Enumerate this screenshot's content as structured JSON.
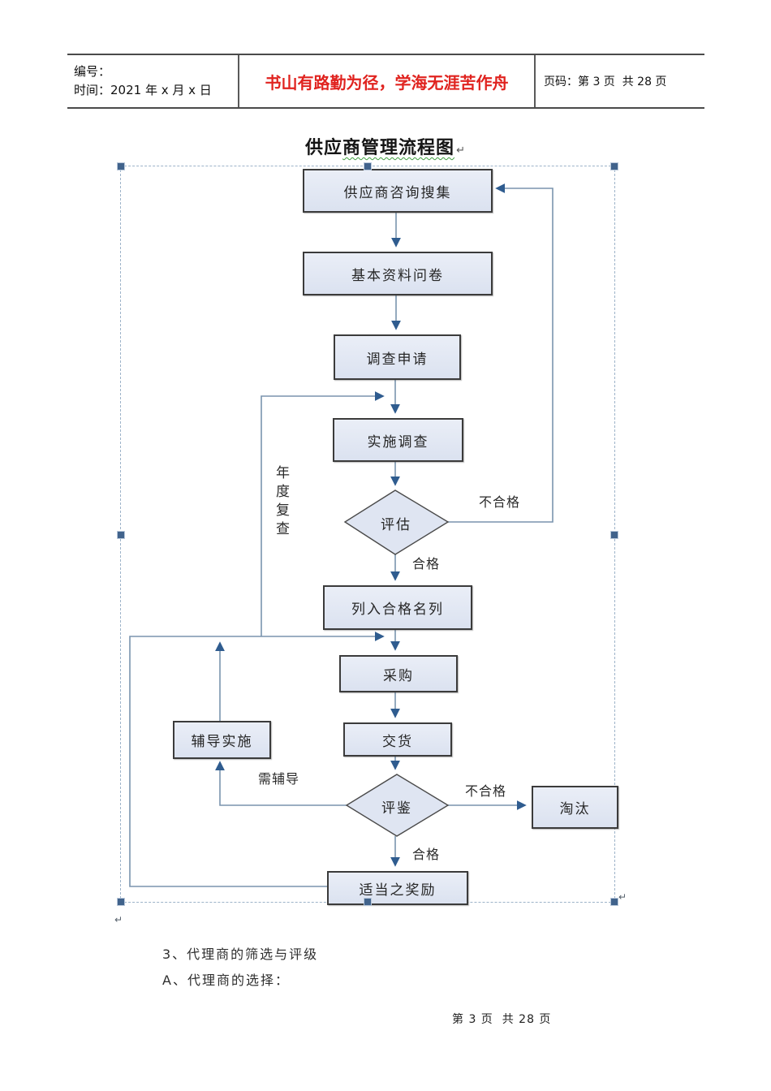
{
  "header": {
    "number_label": "编号：",
    "time_label": "时间：2021 年 x 月 x 日",
    "motto": "书山有路勤为径，学海无涯苦作舟",
    "page_label": "页码：第 3 页  共 28 页"
  },
  "document": {
    "title_plain": "供应",
    "title_underlined": "商管理流程图",
    "return_mark": "↵",
    "body_lines": [
      "3、代理商的筛选与评级",
      "A、代理商的选择："
    ],
    "footer_text": "第 3 页  共 28 页"
  },
  "flowchart": {
    "title": "供应商管理流程图",
    "nodes": {
      "collect": {
        "label": "供应商咨询搜集",
        "type": "process"
      },
      "questionnaire": {
        "label": "基本资料问卷",
        "type": "process"
      },
      "survey_request": {
        "label": "调查申请",
        "type": "process"
      },
      "survey_exec": {
        "label": "实施调查",
        "type": "process"
      },
      "evaluate": {
        "label": "评估",
        "type": "decision"
      },
      "qualified_list": {
        "label": "列入合格名列",
        "type": "process"
      },
      "purchase": {
        "label": "采购",
        "type": "process"
      },
      "delivery": {
        "label": "交货",
        "type": "process"
      },
      "appraise": {
        "label": "评鉴",
        "type": "decision"
      },
      "eliminate": {
        "label": "淘汰",
        "type": "process"
      },
      "reward": {
        "label": "适当之奖励",
        "type": "process"
      },
      "coaching": {
        "label": "辅导实施",
        "type": "process"
      }
    },
    "edge_labels": {
      "fail_top": "不合格",
      "pass_top": "合格",
      "annual_review": "年度复查",
      "need_coaching": "需辅导",
      "fail_bottom": "不合格",
      "pass_bottom": "合格"
    },
    "colors": {
      "box_fill": "#dfe5f2",
      "box_border": "#3b3b3b",
      "line": "#7a94ae",
      "arrow": "#2f5c8f",
      "selection_dash": "#9db3c9",
      "handle": "#41638c",
      "motto_red": "#e0231f",
      "underline_green": "#3f9f3f"
    }
  }
}
